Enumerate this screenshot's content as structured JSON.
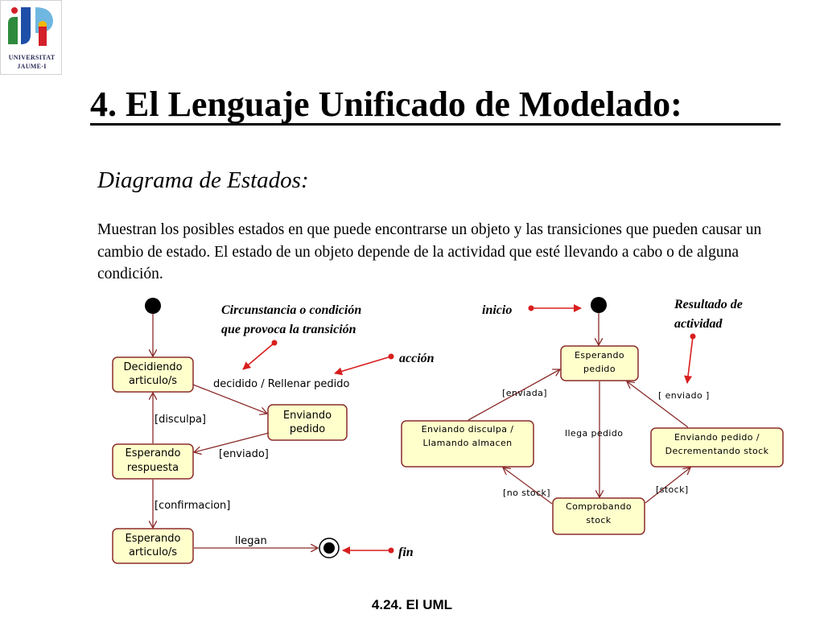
{
  "logo": {
    "line1": "UNIVERSITAT",
    "line2": "JAUME·I"
  },
  "title": "4. El Lenguaje Unificado de Modelado:",
  "subtitle": "Diagrama de Estados:",
  "paragraph": "Muestran los posibles estados en que puede encontrarse un objeto y las transiciones que pueden causar un cambio de estado. El estado de un objeto depende de la actividad que esté llevando a cabo o de alguna condición.",
  "annotations": {
    "circunstancia_1": "Circunstancia o condición",
    "circunstancia_2": "que provoca la transición",
    "accion": "acción",
    "inicio": "inicio",
    "resultado_1": "Resultado de",
    "resultado_2": "actividad",
    "fin": "fin"
  },
  "left_diagram": {
    "states": {
      "decidiendo_1": "Decidiendo",
      "decidiendo_2": "articulo/s",
      "enviando_1": "Enviando",
      "enviando_2": "pedido",
      "esperando_resp_1": "Esperando",
      "esperando_resp_2": "respuesta",
      "esperando_art_1": "Esperando",
      "esperando_art_2": "articulo/s"
    },
    "transitions": {
      "decidido": "decidido / Rellenar pedido",
      "disculpa": "[disculpa]",
      "enviado": "[enviado]",
      "confirmacion": "[confirmacion]",
      "llegan": "llegan"
    }
  },
  "right_diagram": {
    "states": {
      "esperando_1": "Esperando",
      "esperando_2": "pedido",
      "disculpa_1": "Enviando disculpa /",
      "disculpa_2": "Llamando almacen",
      "decrementando_1": "Enviando pedido /",
      "decrementando_2": "Decrementando stock",
      "comprobando_1": "Comprobando",
      "comprobando_2": "stock"
    },
    "transitions": {
      "enviada": "[enviada]",
      "enviado": "[ enviado ]",
      "llega_pedido": "llega pedido",
      "no_stock": "[no stock]",
      "stock": "[stock]"
    }
  },
  "footer": "4.24. El UML"
}
